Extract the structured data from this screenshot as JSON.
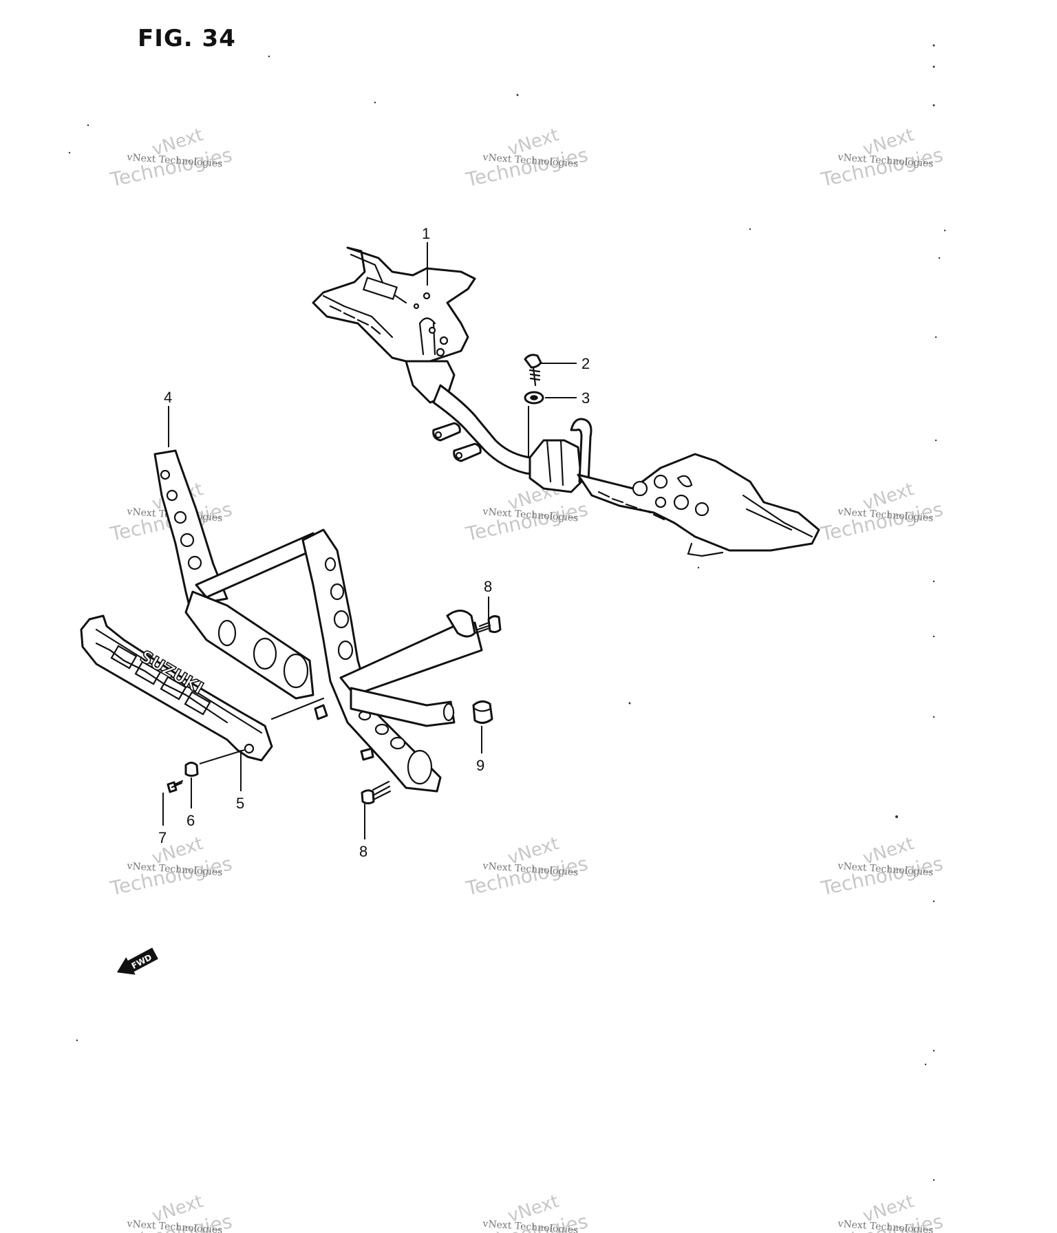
{
  "figure": {
    "title": "FIG. 34"
  },
  "callouts": [
    {
      "id": "1",
      "label": "1"
    },
    {
      "id": "2",
      "label": "2"
    },
    {
      "id": "3",
      "label": "3"
    },
    {
      "id": "4",
      "label": "4"
    },
    {
      "id": "5",
      "label": "5"
    },
    {
      "id": "6",
      "label": "6"
    },
    {
      "id": "7",
      "label": "7"
    },
    {
      "id": "8a",
      "label": "8"
    },
    {
      "id": "8b",
      "label": "8"
    },
    {
      "id": "9",
      "label": "9"
    }
  ],
  "guard_branding": "SUZUKI",
  "direction_arrow": "FWD",
  "watermark": {
    "line1": "vNext",
    "line2": "Technologies",
    "caption": "vNext Technologies"
  },
  "colors": {
    "ink": "#111111",
    "watermark": "#9a9a9a",
    "background": "#ffffff"
  }
}
